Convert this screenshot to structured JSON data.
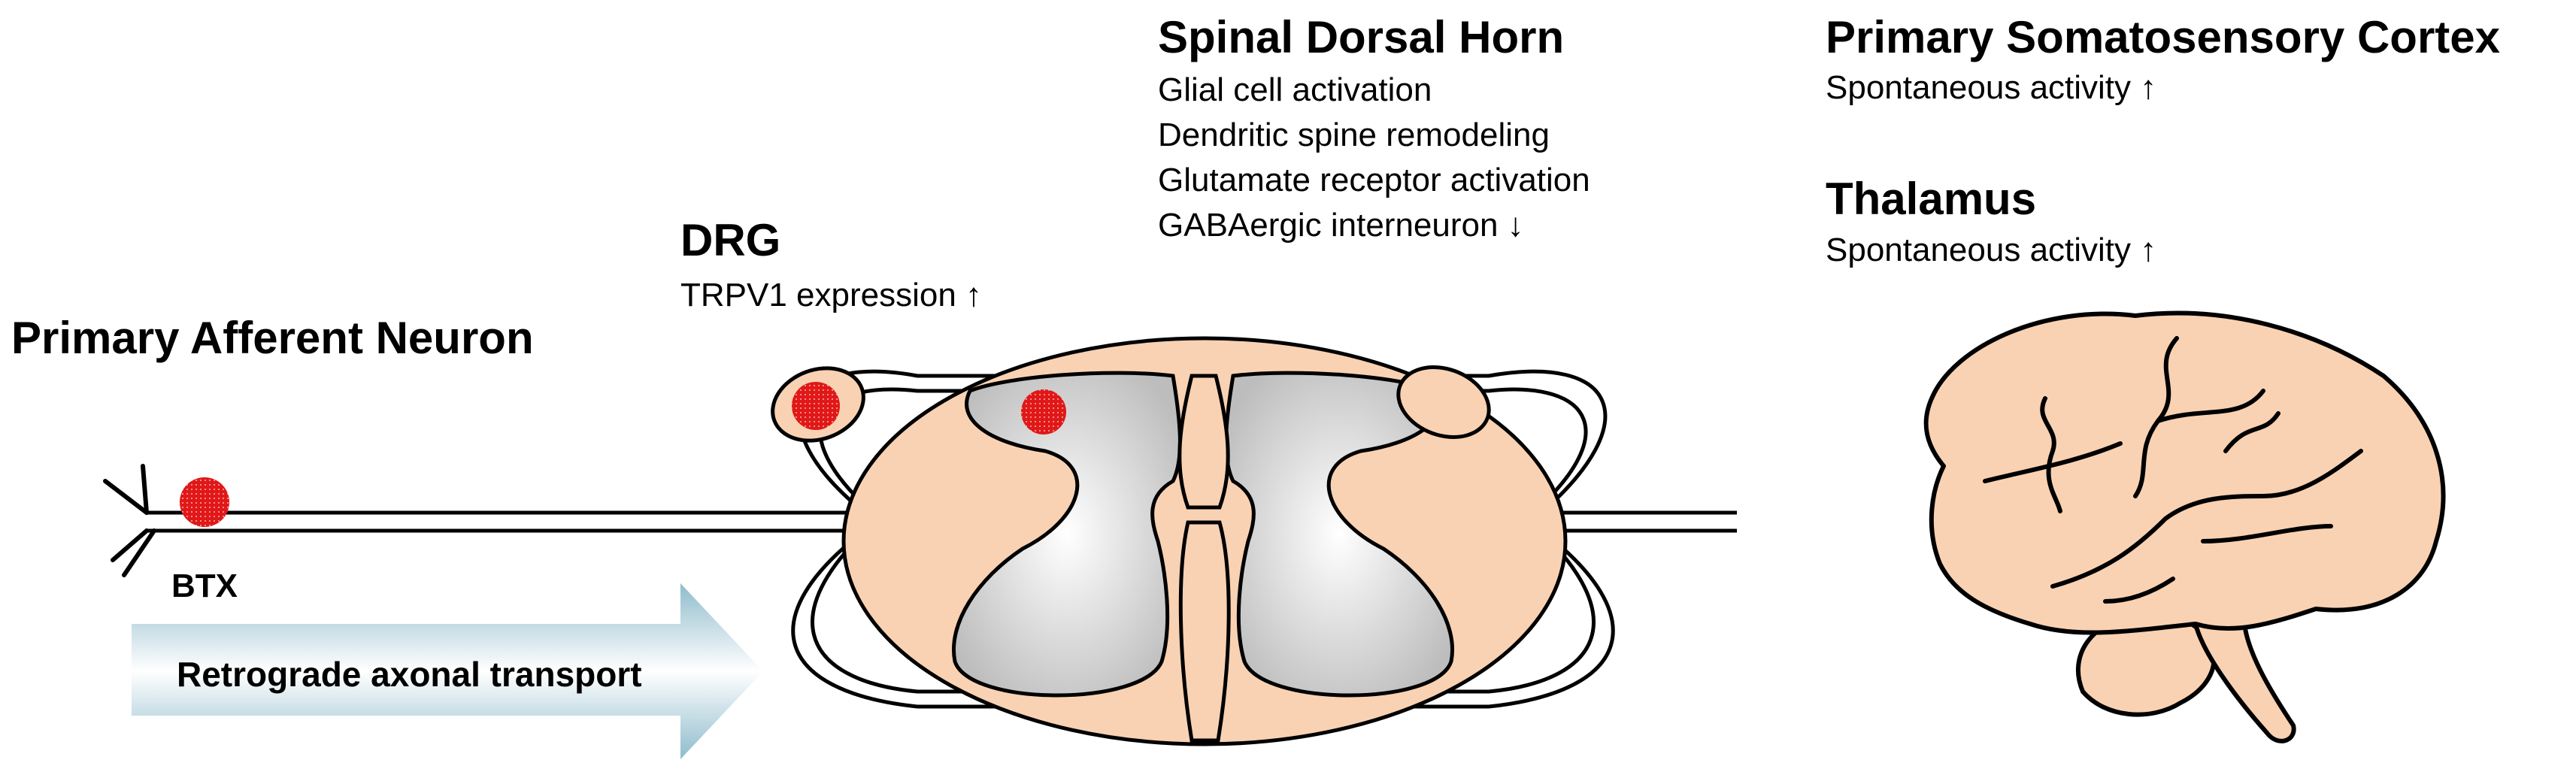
{
  "sections": {
    "afferent": {
      "title": "Primary Afferent Neuron",
      "injection_label": "BTX"
    },
    "drg": {
      "title": "DRG",
      "lines": [
        "TRPV1 expression ↑"
      ]
    },
    "dorsal_horn": {
      "title": "Spinal Dorsal Horn",
      "lines": [
        "Glial cell activation",
        "Dendritic spine remodeling",
        "Glutamate receptor activation",
        "GABAergic interneuron ↓"
      ]
    },
    "cortex": {
      "title": "Primary Somatosensory Cortex",
      "lines": [
        "Spontaneous activity ↑"
      ]
    },
    "thalamus": {
      "title": "Thalamus",
      "lines": [
        "Spontaneous activity ↑"
      ]
    }
  },
  "arrow": {
    "label": "Retrograde axonal transport"
  },
  "colors": {
    "tissue_fill": "#f9d2b3",
    "gray_matter": "#dcdcdc",
    "marker": "#e01818",
    "arrow": "#8fbccc",
    "outline": "#000000"
  }
}
